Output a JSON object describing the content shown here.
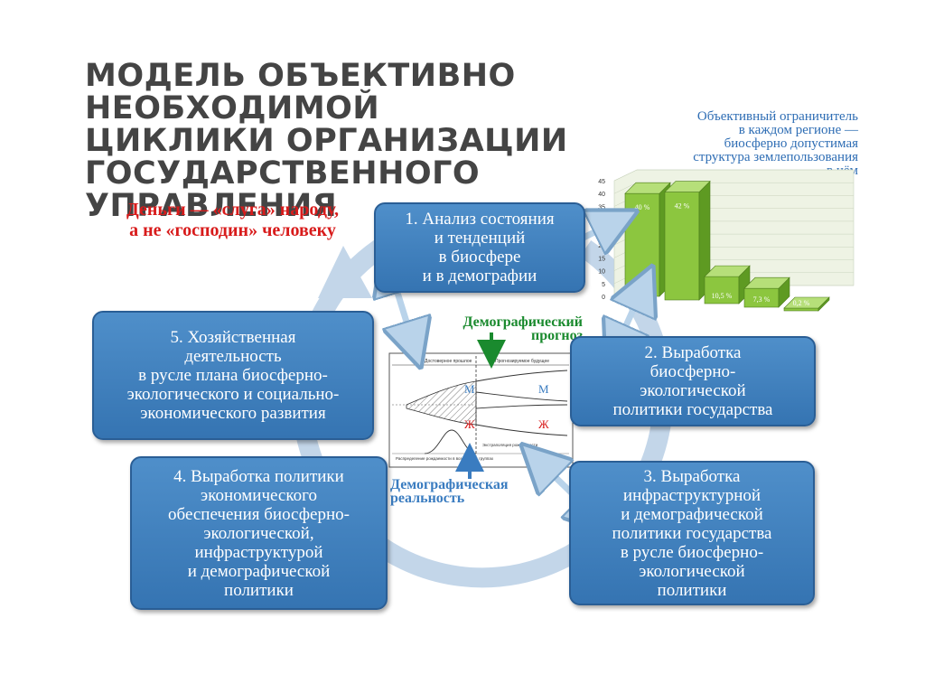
{
  "title": {
    "lines": [
      "МОДЕЛЬ ОБЪЕКТИВНО НЕОБХОДИМОЙ",
      "ЦИКЛИКИ ОРГАНИЗАЦИИ",
      "ГОСУДАРСТВЕННОГО",
      "УПРАВЛЕНИЯ"
    ]
  },
  "motto": {
    "lines": [
      "Деньги — «слуга» народу,",
      "а не «господин» человеку"
    ]
  },
  "boxes": {
    "b1": [
      "1. Анализ состояния",
      "и тенденций",
      "в биосфере",
      "и в демографии"
    ],
    "b2": [
      "2. Выработка",
      "биосферно-",
      "экологической",
      "политики государства"
    ],
    "b3": [
      "3. Выработка",
      "инфраструктурной",
      "и демографической",
      "политики государства",
      "в русле биосферно-",
      "экологической",
      "политики"
    ],
    "b4": [
      "4. Выработка политики",
      "экономического",
      "обеспечения биосферно-",
      "экологической,",
      "инфраструктурой",
      "и демографической",
      "политики"
    ],
    "b5": [
      "5. Хозяйственная",
      "деятельность",
      "в русле плана биосферно-",
      "экологического и социально-",
      "экономического развития"
    ]
  },
  "limiter": {
    "lines": [
      "Объективный ограничитель",
      "в каждом регионе —",
      "биосферно допустимая",
      "структура землепользования",
      "в нём"
    ]
  },
  "chart_data": {
    "type": "bar",
    "title": "",
    "categories": [
      "",
      "",
      "",
      "",
      ""
    ],
    "values": [
      40,
      42,
      10.5,
      7.3,
      0.2
    ],
    "labels": [
      "40 %",
      "42 %",
      "10,5 %",
      "7,3 %",
      "0,2 %"
    ],
    "ylim": [
      0,
      45
    ],
    "yticks": [
      "0",
      "5",
      "10",
      "15",
      "20",
      "25",
      "30",
      "35",
      "40",
      "45"
    ],
    "grid": true,
    "colors": {
      "bar": "#8cc63f",
      "bar_dark": "#5e9a22",
      "back": "#eef3e4"
    }
  },
  "demography": {
    "forecast_lines": [
      "Демографический",
      "прогноз"
    ],
    "reality_lines": [
      "Демографическая",
      "реальность"
    ],
    "past_label": "Достоверное прошлое",
    "future_label": "Прогнозируемое будущее",
    "m_label": "М",
    "zh_label": "Ж",
    "caption_left": "Распределение рождаемости в возрастных группах",
    "caption_right": "Экстраполяция рождаемости"
  },
  "colors": {
    "box": "#3b7dbd",
    "ring": "#b7cde3",
    "motto": "#d81b1b",
    "forecast": "#1a8a2e",
    "reality": "#3a7cc0",
    "limiter": "#2e6db4"
  }
}
